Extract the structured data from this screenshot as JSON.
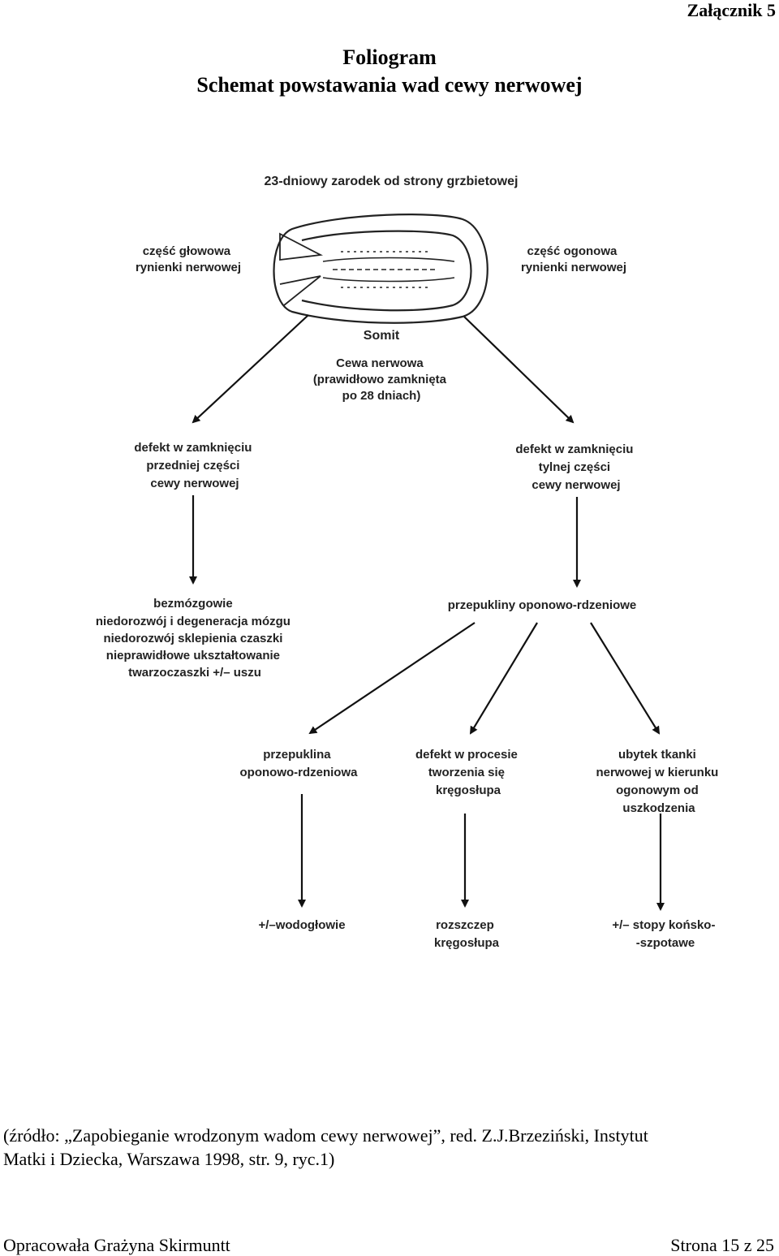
{
  "header": {
    "attachment": "Załącznik 5",
    "title_line1": "Foliogram",
    "title_line2": "Schemat powstawania wad cewy nerwowej"
  },
  "diagram": {
    "embryo_caption": "23-dniowy zarodek od strony grzbietowej",
    "head_part": [
      "część głowowa",
      "rynienki nerwowej"
    ],
    "tail_part": [
      "część ogonowa",
      "rynienki nerwowej"
    ],
    "somite": "Somit",
    "neural_tube": [
      "Cewa nerwowa",
      "(prawidłowo zamknięta",
      "po 28 dniach)"
    ],
    "anterior_defect": [
      "defekt w zamknięciu",
      "przedniej części",
      "cewy nerwowej"
    ],
    "posterior_defect": [
      "defekt w zamknięciu",
      "tylnej części",
      "cewy nerwowej"
    ],
    "anterior_outcomes": [
      "bezmózgowie",
      "niedorozwój i degeneracja mózgu",
      "niedorozwój sklepienia czaszki",
      "nieprawidłowe ukształtowanie",
      "twarzoczaszki +/– uszu"
    ],
    "meningocele": "przepukliny oponowo-rdzeniowe",
    "branch_hernia": [
      "przepuklina",
      "oponowo-rdzeniowa"
    ],
    "branch_spine": [
      "defekt w procesie",
      "tworzenia się",
      "kręgosłupa"
    ],
    "branch_tissue": [
      "ubytek tkanki",
      "nerwowej w kierunku",
      "ogonowym od",
      "uszkodzenia"
    ],
    "result_hydro": "+/–wodogłowie",
    "result_spina": [
      "rozszczep",
      "kręgosłupa"
    ],
    "result_club": [
      "+/– stopy końsko-",
      "-szpotawe"
    ]
  },
  "source": {
    "line1": "(źródło: „Zapobieganie wrodzonym wadom cewy nerwowej”, red. Z.J.Brzeziński, Instytut",
    "line2": "Matki i Dziecka, Warszawa 1998, str. 9, ryc.1)"
  },
  "footer": {
    "author": "Opracowała Grażyna Skirmuntt",
    "page": "Strona 15 z 25"
  }
}
